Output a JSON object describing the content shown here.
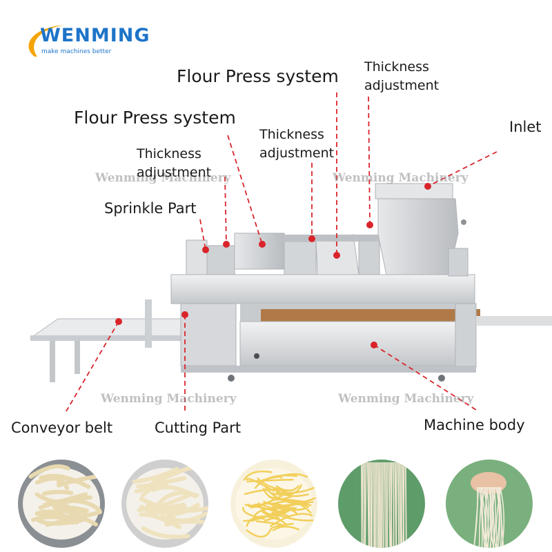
{
  "brand": {
    "name": "WENMING",
    "tagline": "make machines better",
    "color": "#1e74c8",
    "swoosh_color": "#f5a300"
  },
  "watermark": "Wenming Machinery",
  "labels": {
    "flour_press_1": "Flour Press system",
    "flour_press_2": "Flour Press system",
    "thickness_1": [
      "Thickness",
      "adjustment"
    ],
    "thickness_2": [
      "Thickness",
      "adjustment"
    ],
    "thickness_3": [
      "Thickness",
      "adjustment"
    ],
    "inlet": "Inlet",
    "sprinkle": "Sprinkle Part",
    "conveyor": "Conveyor belt",
    "cutting": "Cutting Part",
    "machine_body": "Machine body"
  },
  "colors": {
    "leader": "#d9242a",
    "machine_steel": "#d8dadc",
    "machine_dark": "#9ea2a6",
    "belt": "#b07a48"
  },
  "noodle_photos": [
    {
      "name": "wide-flat-noodles-photo",
      "noodle": "#e8d9b0",
      "bg": "#8a8f94"
    },
    {
      "name": "flat-noodles-photo",
      "noodle": "#efe2bf",
      "bg": "#cfcfcf"
    },
    {
      "name": "yellow-round-noodles-photo",
      "noodle": "#f2cf5a",
      "bg": "#f7f1dc"
    },
    {
      "name": "hanging-noodles-photo",
      "noodle": "#f0e6d0",
      "bg": "#5e9c6a"
    },
    {
      "name": "hand-held-noodles-photo",
      "noodle": "#f1ead8",
      "bg": "#7ab07e"
    }
  ]
}
